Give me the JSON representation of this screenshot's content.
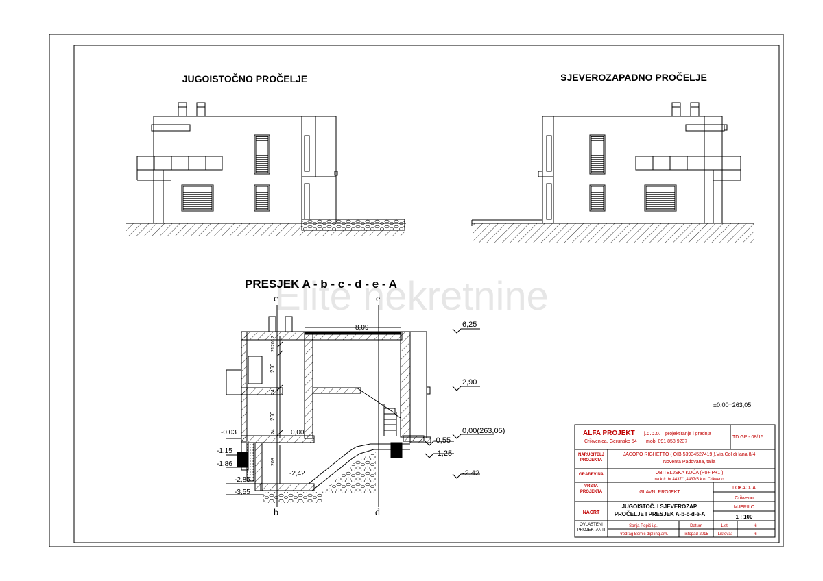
{
  "watermark": "Elite nekretnine",
  "titles": {
    "elevation_left": "JUGOISTOČNO PROČELJE",
    "elevation_right": "SJEVEROZAPADNO PROČELJE",
    "section": "PRESJEK  A - b - c - d - e - A"
  },
  "section_marks": {
    "c": "c",
    "e": "e",
    "b": "b",
    "d": "d"
  },
  "levels": {
    "top": "6,25",
    "mid": "2,90",
    "ground": "0,00(263,05)",
    "m055": "-0,55",
    "m125": "-1,25",
    "m242_right": "-2,42",
    "m003": "-0.03",
    "m115": "-1,15",
    "m186": "-1,86",
    "m285": "-2,85",
    "m355": "-3,55",
    "m242_inner": "-2,42",
    "zero_inner": "0,00",
    "roof_width": "8,09",
    "absolute": "±0,00=263,05"
  },
  "dims": {
    "d260a": "260",
    "d260b": "260",
    "d21": "21",
    "d20": "20",
    "d12": "12",
    "d24a": "24",
    "d24b": "24",
    "d208": "208"
  },
  "title_block": {
    "company": "ALFA PROJEKT",
    "company_suffix": "j.d.o.o.",
    "company_activity": "projektiranje i gradnja",
    "company_address": "Crikvenica, Gerunsko 54",
    "company_phone": "mob. 091 858 9237",
    "doc_code": "TD GP - 08/15",
    "investor_label": "NARUČITELJ PROJEKTA",
    "investor_value_1": "JACOPO RIGHETTO ( OIB:53934527419 ),Via Col di lana 8/4",
    "investor_value_2": "Noventa Padovana,Italia",
    "building_label": "GRAĐEVINA",
    "building_value_1": "OBITELJSKA KUĆA  (Po+ P+1 )",
    "building_value_2": "na k.č. br.4437/1,4437/5 k.o. Crikveno",
    "project_type_label": "VRSTA PROJEKTA",
    "project_type_value": "GLAVNI  PROJEKT",
    "location_label": "LOKACIJA",
    "location_value": "Crikveno",
    "drawing_label": "NACRT",
    "drawing_value_1": "JUGOISTOČ. I SJEVEROZAP.",
    "drawing_value_2": "PROČELJE I PRESJEK A-b-c-d-e-A",
    "scale_label": "MJERILO",
    "scale_value": "1  :  100",
    "authorized_label": "OVLAŠTENI PROJEKTANTI",
    "designer_1": "Sonja Popić i.g.",
    "designer_2": "Predrag Bomić dipl.ing.arh.",
    "date_label": "Datum",
    "date_value": "listopad  2015",
    "sheet_label": "List:",
    "sheet_value": "6",
    "sheets_label": "Listova:",
    "sheets_value": "6"
  }
}
